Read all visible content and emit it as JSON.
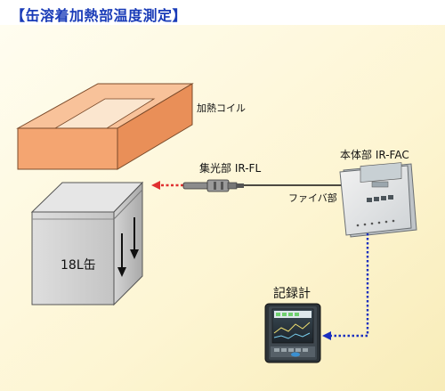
{
  "title": "【缶溶着加熱部温度測定】",
  "labels": {
    "coil": "加熱コイル",
    "sensor": "集光部 IR-FL",
    "fiber": "ファイバ部",
    "main_unit": "本体部 IR-FAC",
    "can": "18L缶",
    "recorder": "記録計"
  },
  "colors": {
    "background_panel": "#fdf7d7",
    "coil": "#f4a571",
    "can": "#c7c7c7",
    "signal_line": "#1a2fbf",
    "ir_arrow": "#e03030"
  }
}
